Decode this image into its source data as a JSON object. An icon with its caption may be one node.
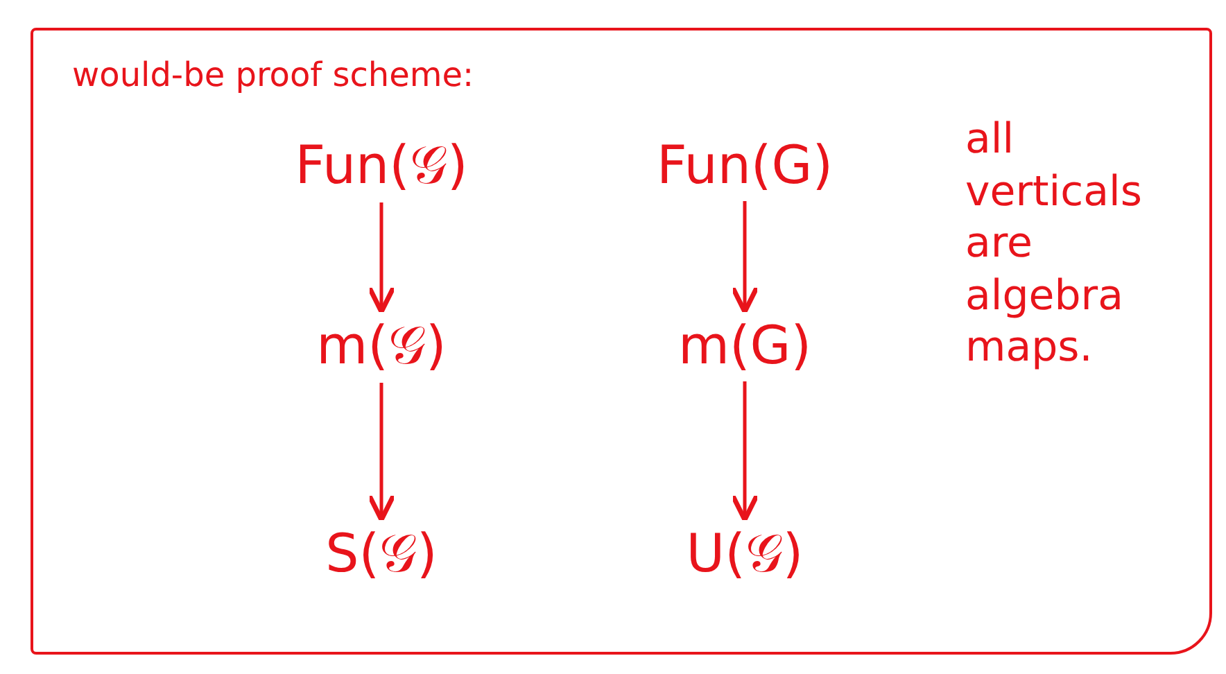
{
  "diagram": {
    "nodes": [
      {
        "text": [
          "would-be proof scheme:"
        ]
      },
      {
        "text": [
          "Fun(𝒢)"
        ],
        "in": 0
      },
      {
        "text": [
          "m(𝒢)"
        ],
        "in": 0
      },
      {
        "text": [
          "S(𝒢)"
        ],
        "in": 0
      },
      {
        "text": [
          "Fun(G)"
        ],
        "in": 0
      },
      {
        "text": [
          "m(G)"
        ],
        "in": 0
      },
      {
        "text": [
          "U(𝒢)"
        ],
        "in": 0
      }
    ],
    "edges": [
      {
        "from": 1,
        "to": 2,
        "arrow": "to"
      },
      {
        "from": 2,
        "to": 3,
        "arrow": "to"
      },
      {
        "from": 4,
        "to": 5,
        "arrow": "to"
      },
      {
        "from": 5,
        "to": 6,
        "arrow": "to"
      }
    ],
    "labels": [
      "all verticals are algebra maps."
    ]
  }
}
